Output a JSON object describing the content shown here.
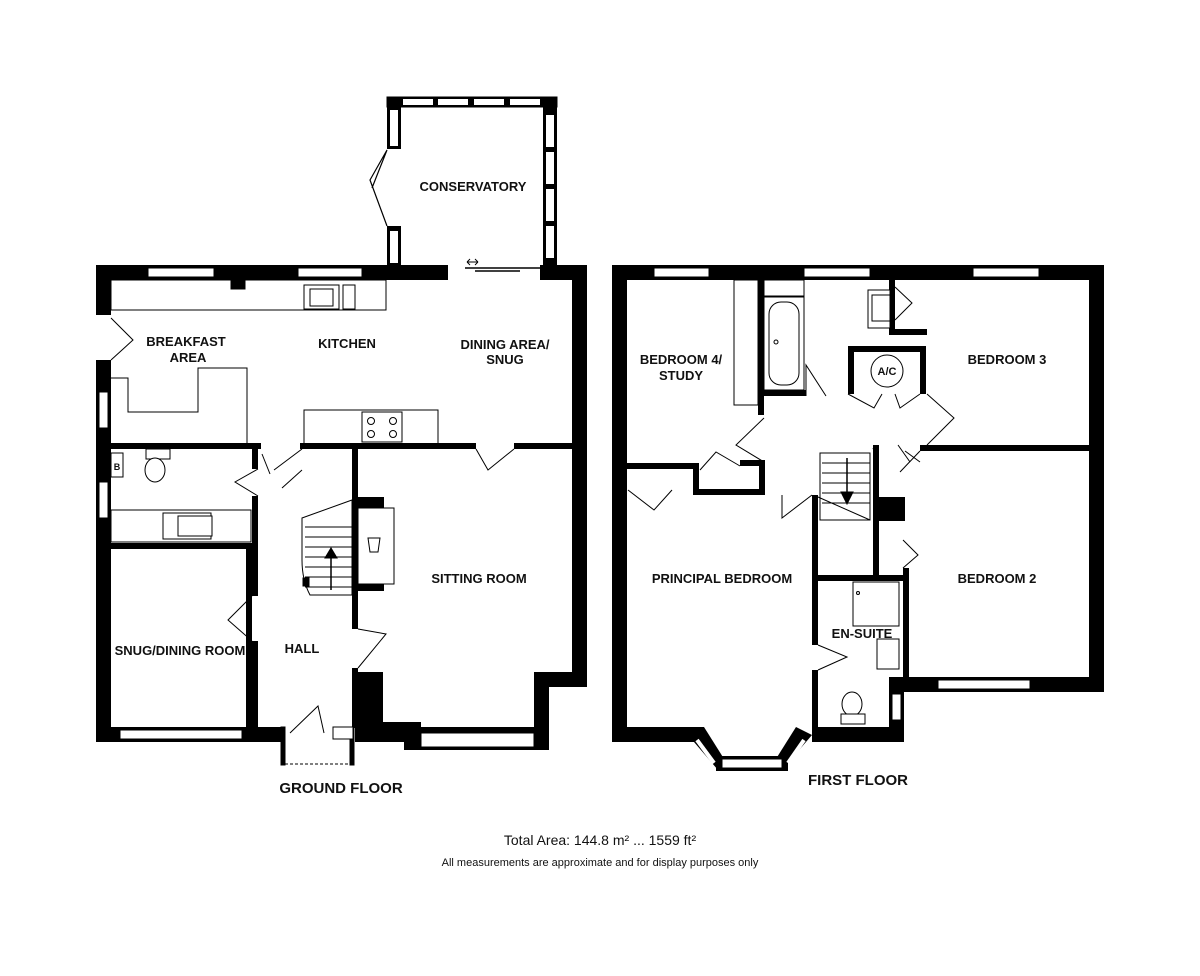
{
  "floors": {
    "ground": {
      "title": "GROUND FLOOR",
      "rooms": {
        "conservatory": "CONSERVATORY",
        "breakfast_line1": "BREAKFAST",
        "breakfast_line2": "AREA",
        "kitchen": "KITCHEN",
        "dining_line1": "DINING AREA/",
        "dining_line2": "SNUG",
        "sitting": "SITTING ROOM",
        "snug_dining": "SNUG/DINING ROOM",
        "hall": "HALL"
      },
      "boiler_marker": "B"
    },
    "first": {
      "title": "FIRST FLOOR",
      "rooms": {
        "bedroom4_line1": "BEDROOM 4/",
        "bedroom4_line2": "STUDY",
        "bedroom3": "BEDROOM 3",
        "principal": "PRINCIPAL BEDROOM",
        "bedroom2": "BEDROOM 2",
        "ensuite": "EN-SUITE"
      },
      "airing_cupboard": "A/C"
    }
  },
  "footer": {
    "total_area": "Total Area: 144.8 m² ... 1559 ft²",
    "disclaimer": "All measurements are approximate and for display purposes only"
  }
}
